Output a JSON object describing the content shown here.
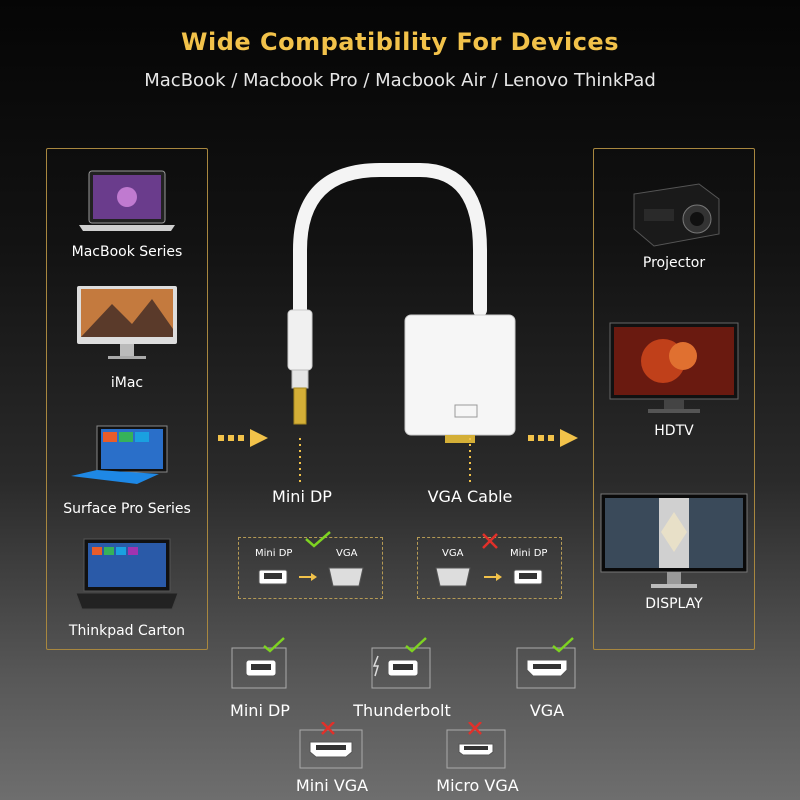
{
  "header": {
    "title": "Wide Compatibility For Devices",
    "subtitle": "MacBook / Macbook Pro / Macbook Air / Lenovo ThinkPad"
  },
  "left_devices": [
    {
      "label": "MacBook Series",
      "icon": "macbook-icon"
    },
    {
      "label": "iMac",
      "icon": "imac-icon"
    },
    {
      "label": "Surface Pro Series",
      "icon": "surface-icon"
    },
    {
      "label": "Thinkpad Carton",
      "icon": "thinkpad-icon"
    }
  ],
  "right_devices": [
    {
      "label": "Projector",
      "icon": "projector-icon"
    },
    {
      "label": "HDTV",
      "icon": "hdtv-icon"
    },
    {
      "label": "DISPLAY",
      "icon": "monitor-icon"
    }
  ],
  "adapter": {
    "left_label": "Mini DP",
    "right_label": "VGA Cable"
  },
  "directions": [
    {
      "from": "Mini DP",
      "to": "VGA",
      "supported": true
    },
    {
      "from": "VGA",
      "to": "Mini DP",
      "supported": false
    }
  ],
  "ports": [
    {
      "label": "Mini DP",
      "supported": true
    },
    {
      "label": "Thunderbolt",
      "supported": true
    },
    {
      "label": "VGA",
      "supported": true
    },
    {
      "label": "Mini VGA",
      "supported": false
    },
    {
      "label": "Micro VGA",
      "supported": false
    }
  ],
  "colors": {
    "accent": "#f2c24a",
    "check": "#7ed321",
    "cross": "#e0302a",
    "border": "#a8873f"
  }
}
